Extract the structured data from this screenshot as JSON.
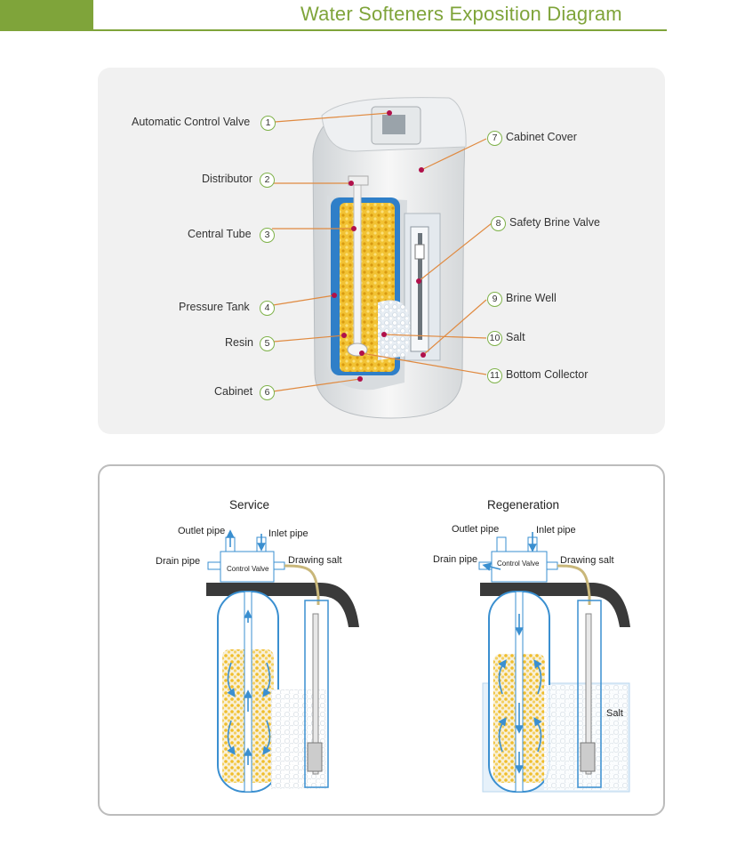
{
  "header": {
    "title": "Water Softeners Exposition Diagram"
  },
  "colors": {
    "accent": "#7fa43a",
    "water": "#3a8fd0",
    "resin": "#f0c030",
    "tank": "#2f7fc8",
    "leader": "#e08a40",
    "dot": "#b0104a"
  },
  "parts_left": [
    {
      "num": "1",
      "label": "Automatic Control Valve"
    },
    {
      "num": "2",
      "label": "Distributor"
    },
    {
      "num": "3",
      "label": "Central Tube"
    },
    {
      "num": "4",
      "label": "Pressure Tank"
    },
    {
      "num": "5",
      "label": "Resin"
    },
    {
      "num": "6",
      "label": "Cabinet"
    }
  ],
  "parts_right": [
    {
      "num": "7",
      "label": "Cabinet Cover"
    },
    {
      "num": "8",
      "label": "Safety Brine Valve"
    },
    {
      "num": "9",
      "label": "Brine Well"
    },
    {
      "num": "10",
      "label": "Salt"
    },
    {
      "num": "11",
      "label": "Bottom Collector"
    }
  ],
  "service": {
    "title": "Service",
    "outlet": "Outlet pipe",
    "inlet": "Inlet pipe",
    "drain": "Drain pipe",
    "drawing": "Drawing salt",
    "valve": "Control Valve"
  },
  "regeneration": {
    "title": "Regeneration",
    "outlet": "Outlet pipe",
    "inlet": "Inlet pipe",
    "drain": "Drain pipe",
    "drawing": "Drawing salt",
    "valve": "Control Valve",
    "salt": "Salt"
  }
}
